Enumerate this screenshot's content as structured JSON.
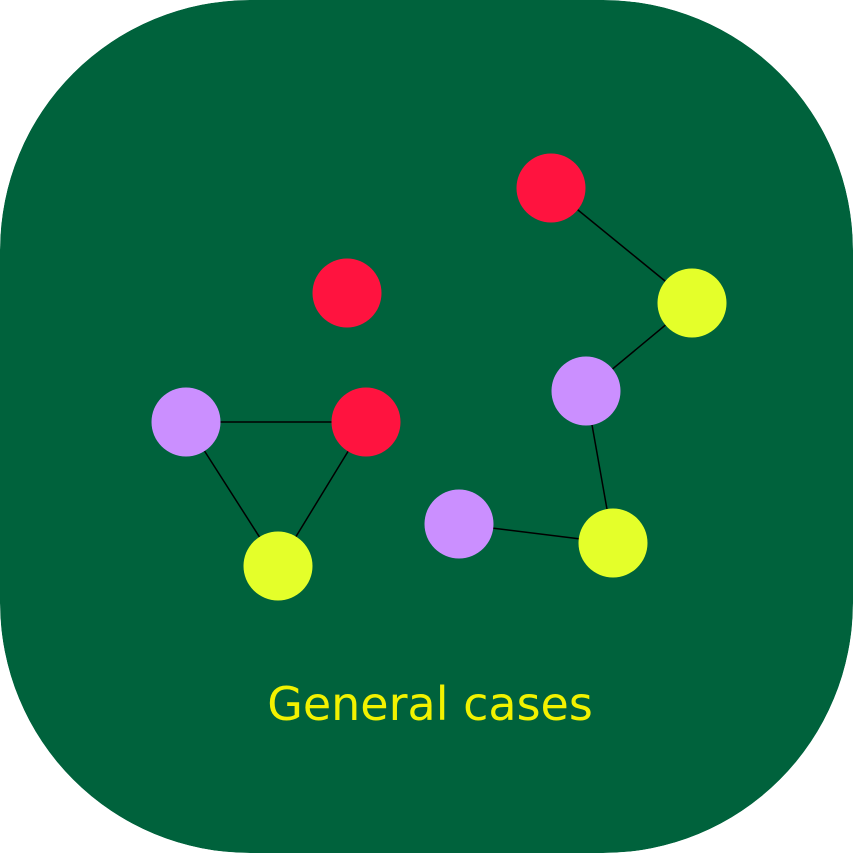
{
  "colors": {
    "background": "#00623C",
    "text": "#F2F200",
    "red_node": "#FF133F",
    "yellow_node": "#E4FF2A",
    "purple_node": "#CB8FFF",
    "edge": "#000000"
  },
  "caption": "General cases",
  "graph": {
    "nodes": [
      {
        "id": "a1",
        "kind": "red"
      },
      {
        "id": "a2",
        "kind": "red"
      },
      {
        "id": "a3",
        "kind": "purple"
      },
      {
        "id": "a4",
        "kind": "yellow"
      },
      {
        "id": "b1",
        "kind": "red"
      },
      {
        "id": "b2",
        "kind": "yellow"
      },
      {
        "id": "b3",
        "kind": "purple"
      },
      {
        "id": "b4",
        "kind": "yellow"
      },
      {
        "id": "b5",
        "kind": "purple"
      }
    ],
    "edges": [
      [
        "a3",
        "a2"
      ],
      [
        "a3",
        "a4"
      ],
      [
        "a2",
        "a4"
      ],
      [
        "b1",
        "b2"
      ],
      [
        "b2",
        "b3"
      ],
      [
        "b3",
        "b4"
      ],
      [
        "b4",
        "b5"
      ]
    ]
  }
}
